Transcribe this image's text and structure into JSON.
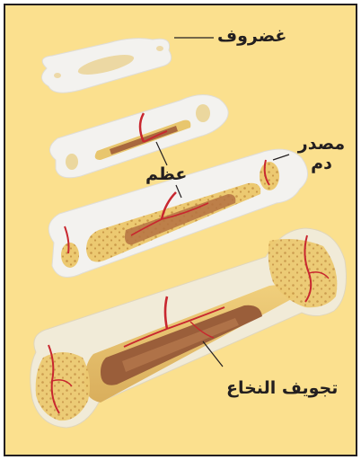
{
  "figure": {
    "labels": {
      "cartilage": "غضروف",
      "blood_source": "مصدر دم",
      "bone": "عظم",
      "marrow_cavity": "تجويف النخاع"
    }
  },
  "colors": {
    "background": "#fbe08e",
    "border": "#231f20",
    "cartilage": "#f3f2ef",
    "bone": "#e8c66e",
    "marrow": "#a8683e",
    "blood_vessel": "#c8272f",
    "label_text": "#231f20"
  }
}
